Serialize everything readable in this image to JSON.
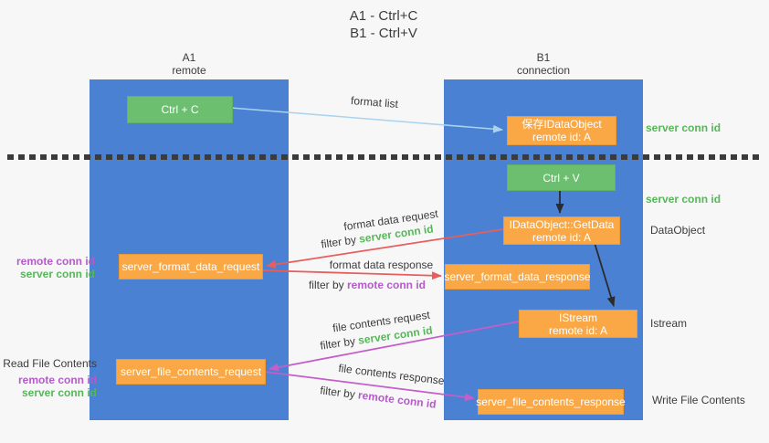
{
  "title": {
    "line1": "A1 - Ctrl+C",
    "line2": "B1 - Ctrl+V"
  },
  "columns": {
    "a1": {
      "name": "A1",
      "role": "remote"
    },
    "b1": {
      "name": "B1",
      "role": "connection"
    }
  },
  "boxes": {
    "ctrl_c": "Ctrl + C",
    "ctrl_v": "Ctrl + V",
    "save_dataobject_line1": "保存IDataObject",
    "save_dataobject_line2": "remote id: A",
    "getdata_line1": "IDataObject::GetData",
    "getdata_line2": "remote id: A",
    "istream_line1": "IStream",
    "istream_line2": "remote id: A",
    "format_request": "server_format_data_request",
    "format_response": "server_format_data_response",
    "file_request": "server_file_contents_request",
    "file_response": "server_file_contents_response"
  },
  "labels": {
    "format_list": "format list",
    "format_data_request": "format data request",
    "format_data_response": "format data response",
    "file_contents_request": "file contents request",
    "file_contents_response": "file contents response",
    "filter_by": "filter by",
    "server_conn_id": "server conn id",
    "remote_conn_id": "remote conn id",
    "dataobject": "DataObject",
    "istream": "Istream",
    "read_file_contents": "Read File Contents",
    "write_file_contents": "Write File Contents"
  },
  "colors": {
    "column_blue": "#4a81d3",
    "box_green": "#6dbf70",
    "box_orange": "#f9a845",
    "arrow_red": "#e85d5d",
    "arrow_magenta": "#c45ec9",
    "arrow_lightblue": "#a9d3ee",
    "arrow_black": "#2b2b2b",
    "text_green": "#56b758",
    "text_purple": "#b45bc9"
  }
}
